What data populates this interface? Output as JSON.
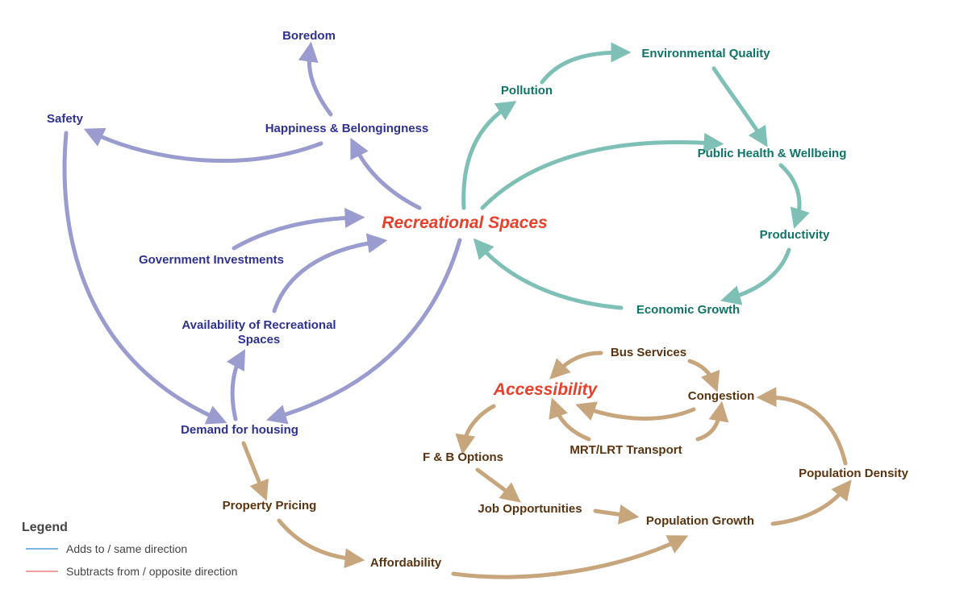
{
  "colors": {
    "blue_arrow": "#9a9cd0",
    "teal_arrow": "#7fc0b6",
    "brown_arrow": "#c8a67d",
    "blue_text": "#2e3192",
    "teal_text": "#0f7467",
    "brown_text": "#5a3410",
    "hub_text": "#e8402a",
    "legend_adds": "#7bb8e0",
    "legend_subtracts": "#f0a0a0"
  },
  "nodes": {
    "boredom": "Boredom",
    "safety": "Safety",
    "happiness": "Happiness & Belongingness",
    "government_investments": "Government Investments",
    "availability": "Availability of Recreational Spaces",
    "demand_housing": "Demand for housing",
    "recreational_spaces": "Recreational Spaces",
    "pollution": "Pollution",
    "environmental_quality": "Environmental Quality",
    "public_health": "Public Health & Wellbeing",
    "productivity": "Productivity",
    "economic_growth": "Economic Growth",
    "accessibility": "Accessibility",
    "bus_services": "Bus Services",
    "congestion": "Congestion",
    "mrt_lrt": "MRT/LRT Transport",
    "fb_options": "F & B Options",
    "job_opportunities": "Job Opportunities",
    "population_growth": "Population Growth",
    "population_density": "Population Density",
    "property_pricing": "Property Pricing",
    "affordability": "Affordability"
  },
  "legend": {
    "title": "Legend",
    "adds": "Adds to / same direction",
    "subtracts": "Subtracts from / opposite direction"
  }
}
